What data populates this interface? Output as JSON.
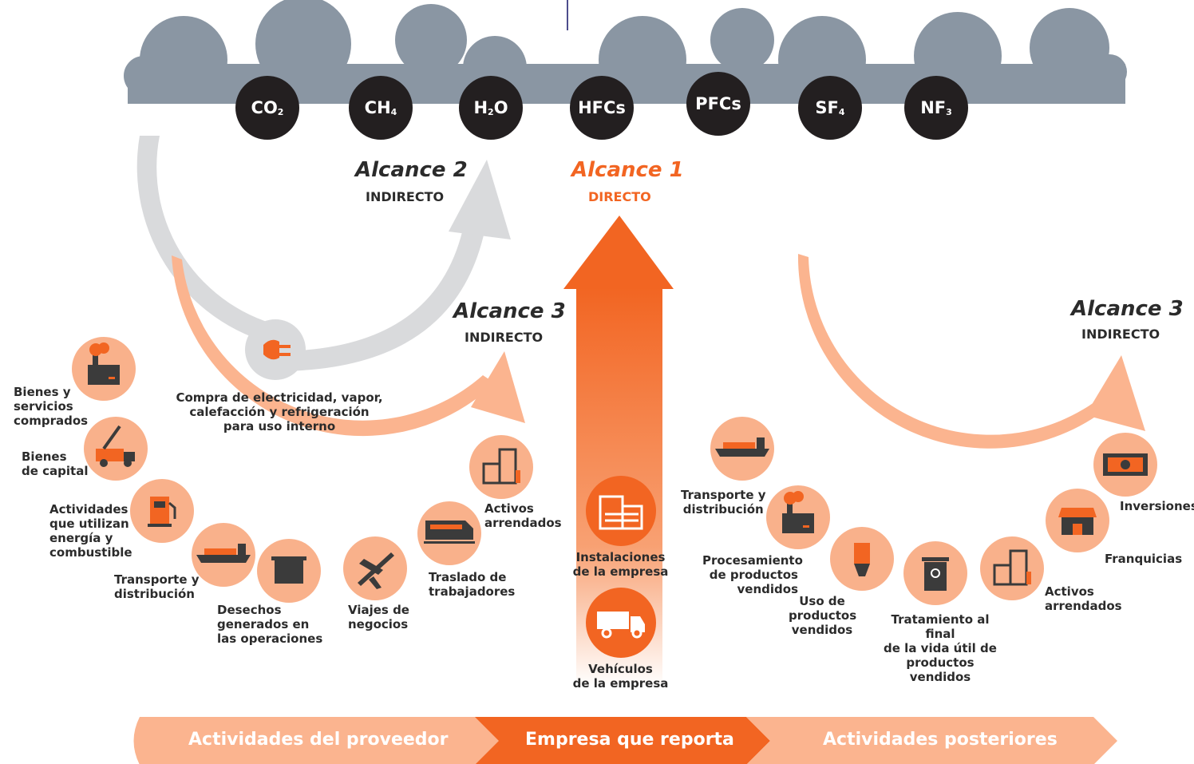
{
  "colors": {
    "orange": "#f26522",
    "light_orange": "#fbb48f",
    "circle_orange": "#f9b18b",
    "cloud_gray": "#8a96a3",
    "dark": "#231f20",
    "gray_arrow": "#d9dadc"
  },
  "gases": [
    {
      "base": "CO",
      "sub": "2"
    },
    {
      "base": "CH",
      "sub": "4"
    },
    {
      "base": "H",
      "sub": "2",
      "suffix": "O"
    },
    {
      "base": "HFCs",
      "sub": ""
    },
    {
      "base": "PFCs",
      "sub": ""
    },
    {
      "base": "SF",
      "sub": "4"
    },
    {
      "base": "NF",
      "sub": "3"
    }
  ],
  "scope2": {
    "title": "Alcance 2",
    "subtitle": "INDIRECTO"
  },
  "scope1": {
    "title": "Alcance 1",
    "subtitle": "DIRECTO"
  },
  "scope3_left": {
    "title": "Alcance 3",
    "subtitle": "INDIRECTO"
  },
  "scope3_right": {
    "title": "Alcance 3",
    "subtitle": "INDIRECTO"
  },
  "electricity": {
    "lines": [
      "Compra de electricidad, vapor,",
      "calefacción y refrigeración",
      "para uso interno"
    ],
    "icon": "plug-icon"
  },
  "upstream": [
    {
      "lines": [
        "Bienes y",
        "servicios",
        "comprados"
      ],
      "icon": "factory-icon"
    },
    {
      "lines": [
        "Bienes",
        "de capital"
      ],
      "icon": "crane-truck-icon"
    },
    {
      "lines": [
        "Actividades",
        "que utilizan",
        "energía y",
        "combustible"
      ],
      "icon": "fuel-pump-icon"
    },
    {
      "lines": [
        "Transporte y",
        "distribución"
      ],
      "icon": "ship-icon"
    },
    {
      "lines": [
        "Desechos",
        "generados en",
        "las operaciones"
      ],
      "icon": "dumpster-icon"
    },
    {
      "lines": [
        "Viajes de",
        "negocios"
      ],
      "icon": "airplane-icon"
    },
    {
      "lines": [
        "Traslado de",
        "trabajadores"
      ],
      "icon": "train-icon"
    },
    {
      "lines": [
        "Activos",
        "arrendados"
      ],
      "icon": "building-icon"
    }
  ],
  "company": [
    {
      "lines": [
        "Instalaciones",
        "de la empresa"
      ],
      "icon": "facility-icon"
    },
    {
      "lines": [
        "Vehículos",
        "de la empresa"
      ],
      "icon": "truck-icon"
    }
  ],
  "downstream": [
    {
      "lines": [
        "Transporte y",
        "distribución"
      ],
      "icon": "ship-icon"
    },
    {
      "lines": [
        "Procesamiento",
        "de productos",
        "vendidos"
      ],
      "icon": "factory-icon"
    },
    {
      "lines": [
        "Uso de",
        "productos",
        "vendidos"
      ],
      "icon": "lightbulb-icon"
    },
    {
      "lines": [
        "Tratamiento al final",
        "de la vida útil de",
        "productos vendidos"
      ],
      "icon": "recycle-bin-icon"
    },
    {
      "lines": [
        "Activos",
        "arrendados"
      ],
      "icon": "building-icon"
    },
    {
      "lines": [
        "Franquicias"
      ],
      "icon": "storefront-icon"
    },
    {
      "lines": [
        "Inversiones"
      ],
      "icon": "money-icon"
    }
  ],
  "band": {
    "left": "Actividades del proveedor",
    "center": "Empresa que reporta",
    "right": "Actividades posteriores"
  }
}
